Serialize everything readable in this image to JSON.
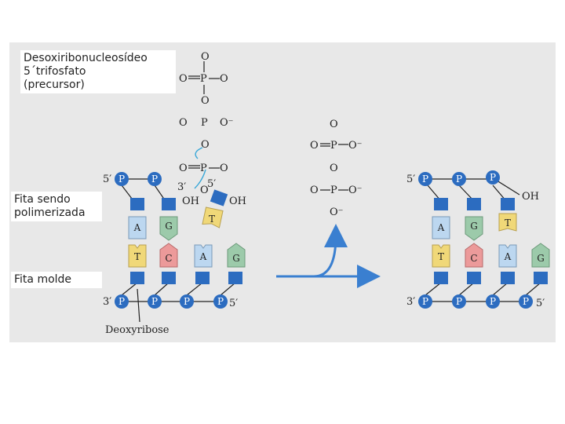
{
  "labels": {
    "precursor": "Desoxiribonucleosídeo\n5´trifosfato\n(precursor)",
    "growing_strand": "Fita sendo\npolimerizada",
    "template_strand": "Fita molde",
    "deoxyribose": "Deoxyribose"
  },
  "chem": {
    "o": "O",
    "p": "P",
    "o_minus": "O⁻",
    "oh": "OH",
    "three_prime": "3′",
    "five_prime": "5′"
  },
  "bases": {
    "a": "A",
    "g": "G",
    "t": "T",
    "c": "C"
  },
  "colors": {
    "panel": "#e8e8e8",
    "phosphate": "#2c6cc0",
    "sugar": "#2c6cc0",
    "base_a": "#bcd7f0",
    "base_g": "#9ccaaa",
    "base_t": "#f0d878",
    "base_c": "#ec9a9a",
    "arrow": "#3a7fd0"
  }
}
